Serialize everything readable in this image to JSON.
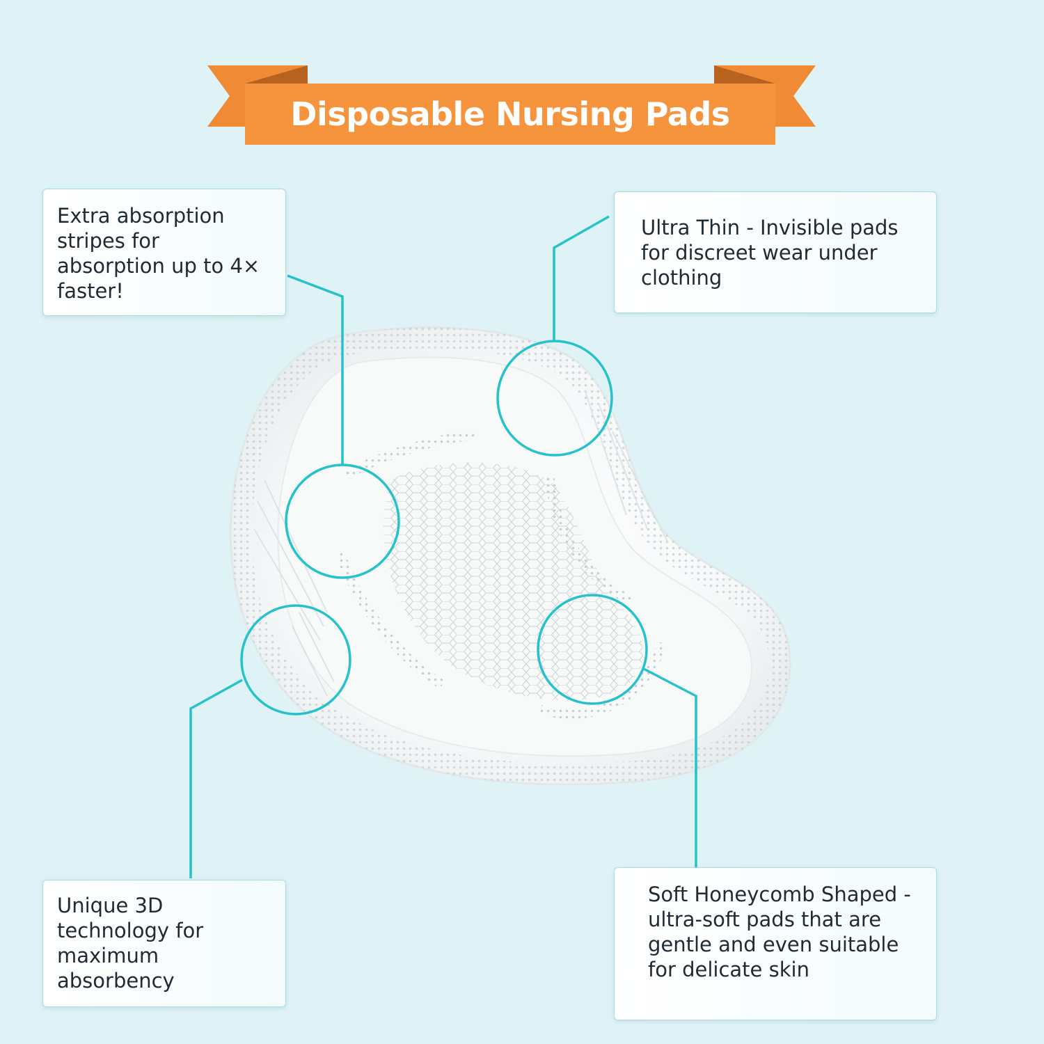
{
  "title": "Disposable Nursing Pads",
  "callouts": {
    "absorption_stripes": "Extra absorption stripes for absorption up to 4× faster!",
    "ultra_thin": "Ultra Thin - Invisible pads for discreet wear under clothing",
    "tech_3d": "Unique 3D technology for maximum absorbency",
    "honeycomb": "Soft Honeycomb Shaped - ultra-soft pads that are gentle and even suitable for delicate skin"
  },
  "colors": {
    "background": "#dff2f6",
    "banner": "#f5943c",
    "banner_dark": "#d9772a",
    "accent_line": "#26c2cc"
  }
}
